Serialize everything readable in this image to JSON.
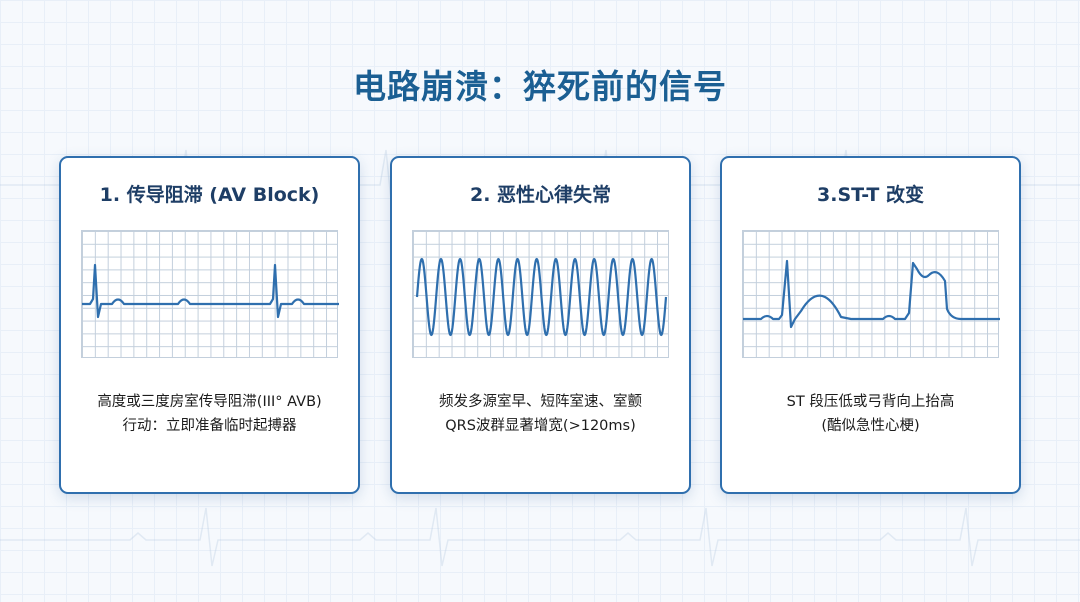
{
  "title": "电路崩溃：猝死前的信号",
  "colors": {
    "title": "#1b5f93",
    "card_border": "#2f6fae",
    "ecg_trace": "#2f6fae",
    "ecg_grid": "#c3cfdc"
  },
  "cards": [
    {
      "heading": "1. 传导阻滞 (AV Block)",
      "ecg_pattern": "av-block",
      "lines": [
        "高度或三度房室传导阻滞(III° AVB)",
        "行动：立即准备临时起搏器"
      ]
    },
    {
      "heading": "2. 恶性心律失常",
      "ecg_pattern": "ventricular-flutter",
      "lines": [
        "频发多源室早、短阵室速、室颤",
        "QRS波群显著增宽(>120ms)"
      ]
    },
    {
      "heading": "3.ST-T 改变",
      "ecg_pattern": "st-t-change",
      "lines": [
        "ST 段压低或弓背向上抬高",
        "(酷似急性心梗)"
      ]
    }
  ]
}
